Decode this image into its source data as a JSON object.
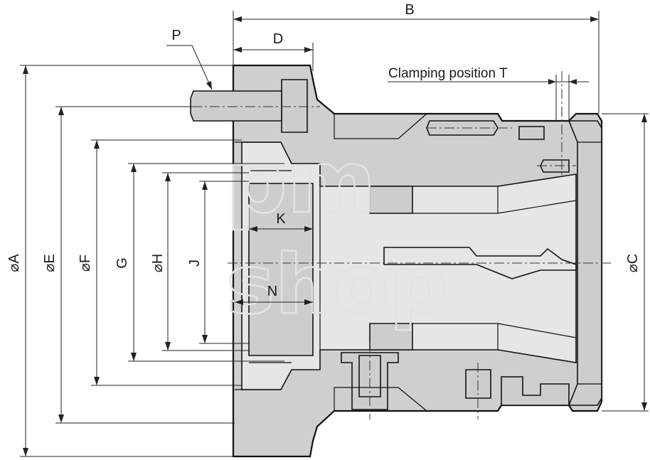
{
  "labels": {
    "A": "⌀A",
    "B": "B",
    "C": "⌀C",
    "D": "D",
    "E": "⌀E",
    "F": "⌀F",
    "G": "G",
    "H": "⌀H",
    "J": "J",
    "K": "K",
    "N": "N",
    "P": "P",
    "T": "Clamping position T"
  },
  "watermark": {
    "line1": "pm",
    "line2": "shop"
  }
}
